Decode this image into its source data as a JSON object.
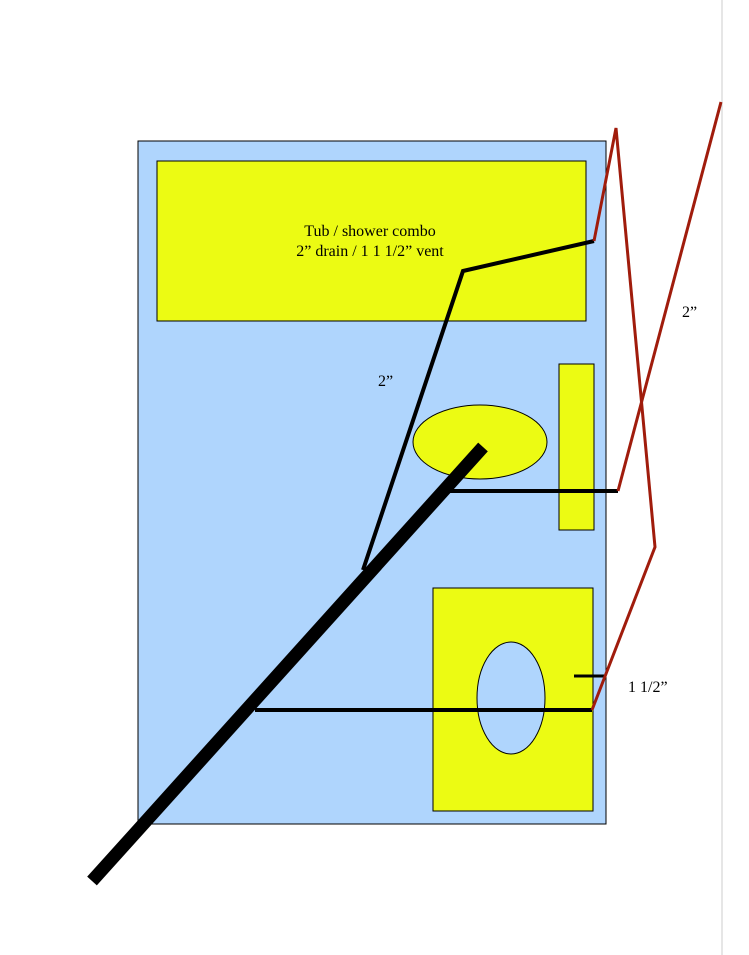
{
  "diagram": {
    "tub_label_line1": "Tub / shower combo",
    "tub_label_line2": "2” drain / 1 1 1/2” vent",
    "drain_size_label": "2”",
    "vent_size_label": "2”",
    "toilet_vent_label": "1 1/2”"
  },
  "colors": {
    "room_fill": "#afd5fd",
    "fixture_fill": "#ecfb13",
    "drain_pipe": "#000000",
    "vent_pipe": "#a01c0c"
  }
}
